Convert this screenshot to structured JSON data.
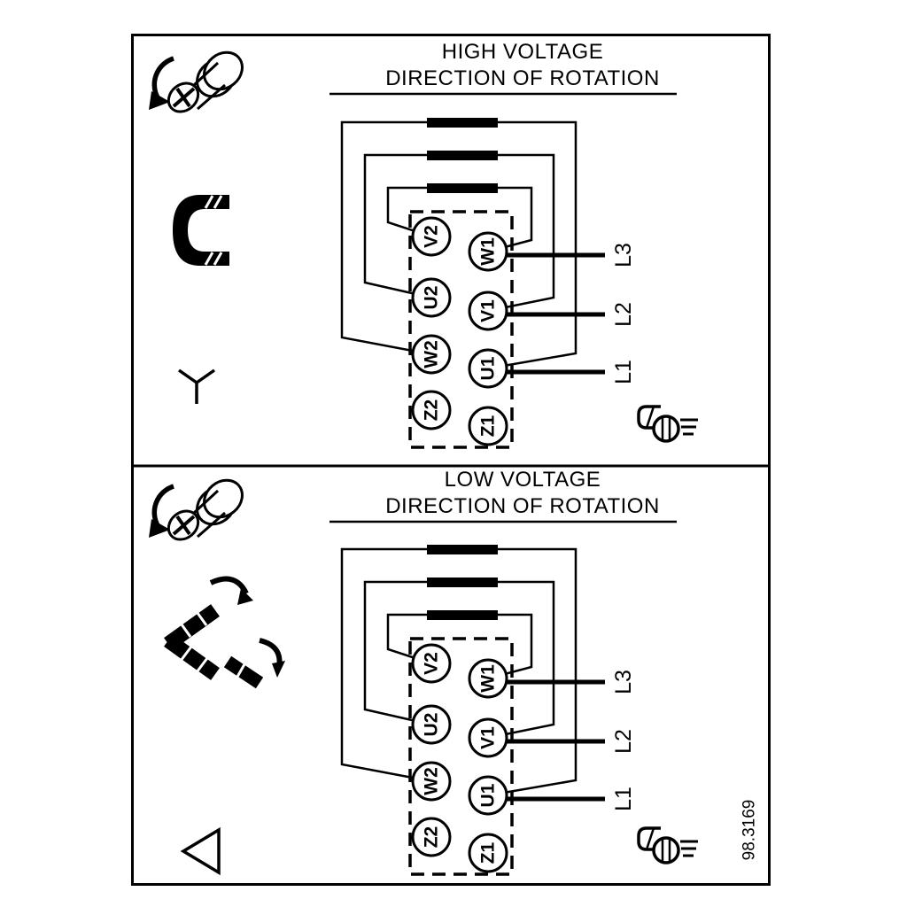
{
  "figure_number": "98.3169",
  "colors": {
    "line": "#000000",
    "background": "#ffffff"
  },
  "icons": {
    "rotation": "screw-rotation-icon",
    "straight_link": "straight-jumper-link-icon",
    "star": "star-connection-icon",
    "angled_links": "angled-jumper-links-icon",
    "delta": "delta-connection-icon",
    "ground": "ground-screw-icon"
  },
  "panels": [
    {
      "id": "high-voltage",
      "title_line1": "HIGH VOLTAGE",
      "title_line2": "DIRECTION OF ROTATION",
      "connection_symbol": "star",
      "terminals": {
        "left": [
          "V2",
          "U2",
          "W2",
          "Z2"
        ],
        "right": [
          "W1",
          "V1",
          "U1",
          "Z1"
        ]
      },
      "supply_lines": [
        "L3",
        "L2",
        "L1"
      ]
    },
    {
      "id": "low-voltage",
      "title_line1": "LOW VOLTAGE",
      "title_line2": "DIRECTION OF ROTATION",
      "connection_symbol": "delta",
      "terminals": {
        "left": [
          "V2",
          "U2",
          "W2",
          "Z2"
        ],
        "right": [
          "W1",
          "V1",
          "U1",
          "Z1"
        ]
      },
      "supply_lines": [
        "L3",
        "L2",
        "L1"
      ]
    }
  ]
}
